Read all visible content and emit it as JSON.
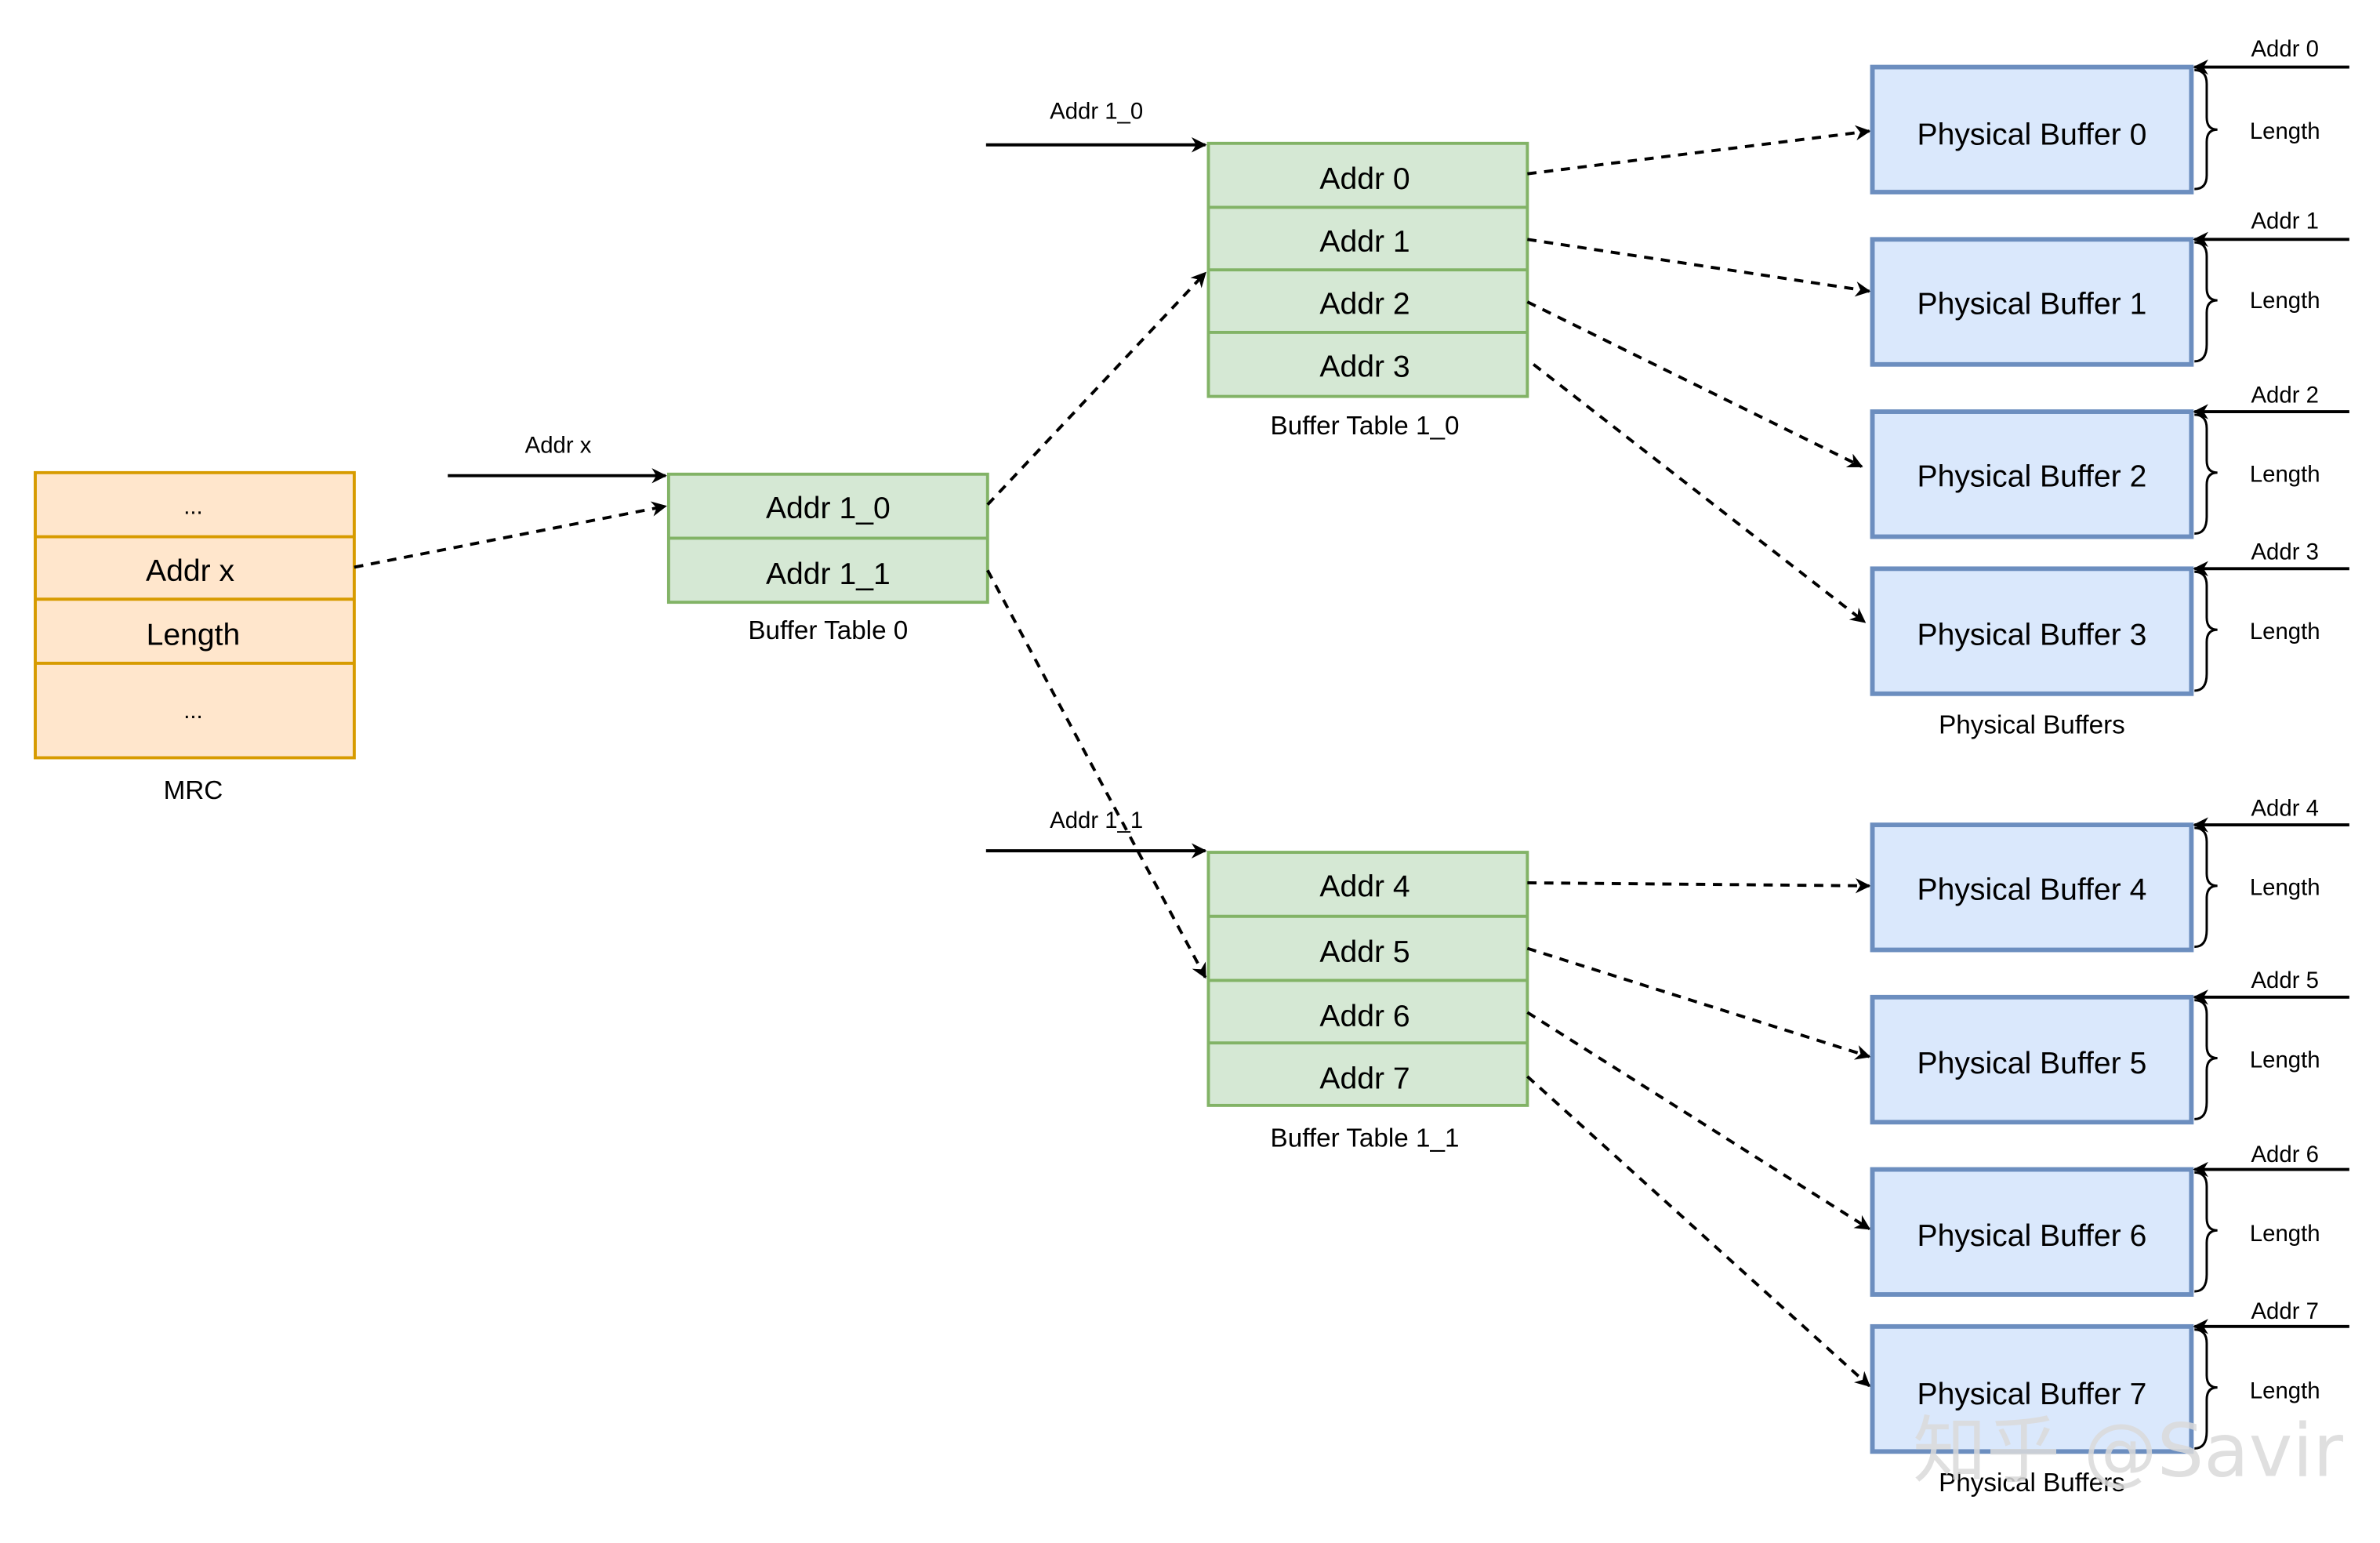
{
  "mrc": {
    "label": "MRC",
    "rows": [
      "...",
      "Addr x",
      "Length",
      "..."
    ]
  },
  "buffer_table_0": {
    "label": "Buffer Table 0",
    "input_label": "Addr x",
    "rows": [
      "Addr 1_0",
      "Addr 1_1"
    ]
  },
  "buffer_table_1_0": {
    "label": "Buffer Table 1_0",
    "input_label": "Addr 1_0",
    "rows": [
      "Addr 0",
      "Addr 1",
      "Addr 2",
      "Addr 3"
    ]
  },
  "buffer_table_1_1": {
    "label": "Buffer Table 1_1",
    "input_label": "Addr 1_1",
    "rows": [
      "Addr 4",
      "Addr 5",
      "Addr 6",
      "Addr 7"
    ]
  },
  "physical_buffers": {
    "group_labels": [
      "Physical Buffers",
      "Physical Buffers"
    ],
    "length_label": "Length",
    "items": [
      {
        "name": "Physical Buffer 0",
        "addr": "Addr 0"
      },
      {
        "name": "Physical Buffer 1",
        "addr": "Addr 1"
      },
      {
        "name": "Physical Buffer 2",
        "addr": "Addr 2"
      },
      {
        "name": "Physical Buffer 3",
        "addr": "Addr 3"
      },
      {
        "name": "Physical Buffer 4",
        "addr": "Addr 4"
      },
      {
        "name": "Physical Buffer 5",
        "addr": "Addr 5"
      },
      {
        "name": "Physical Buffer 6",
        "addr": "Addr 6"
      },
      {
        "name": "Physical Buffer 7",
        "addr": "Addr 7"
      }
    ]
  },
  "watermark": "知乎 @Savir",
  "colors": {
    "mrc_fill": "#FFE6CC",
    "mrc_stroke": "#D79B00",
    "table_fill": "#D5E8D4",
    "table_stroke": "#82B366",
    "buffer_fill": "#DAE8FC",
    "buffer_stroke": "#6C8EBF"
  }
}
